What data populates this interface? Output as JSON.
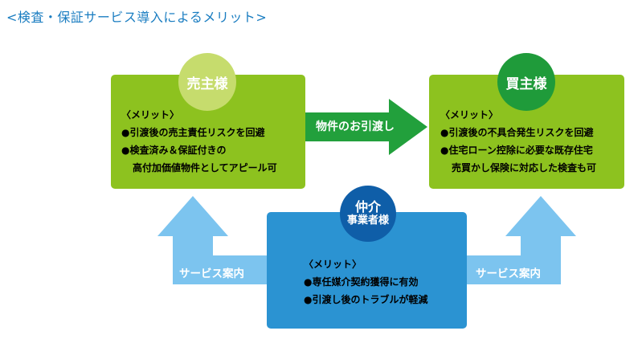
{
  "heading": "<検査・保証サービス導入によるメリット>",
  "seller": {
    "title": "売主様",
    "merit_header": "〈メリット〉",
    "items": [
      "●引渡後の売主責任リスクを回避",
      "●検査済み＆保証付きの",
      "高付加価値物件としてアピール可"
    ]
  },
  "buyer": {
    "title": "買主様",
    "merit_header": "〈メリット〉",
    "items": [
      "●引渡後の不具合発生リスクを回避",
      "●住宅ローン控除に必要な既存住宅",
      "売買かし保険に対応した検査も可"
    ]
  },
  "broker": {
    "title_line1": "仲介",
    "title_line2": "事業者様",
    "merit_header": "〈メリット〉",
    "items": [
      "●専任媒介契約獲得に有効",
      "●引渡し後のトラブルが軽減"
    ]
  },
  "arrows": {
    "transfer_label": "物件のお引渡し",
    "service_left": "サービス案内",
    "service_right": "サービス案内"
  },
  "colors": {
    "heading": "#1a7dc1",
    "green_box": "#8dc21f",
    "light_green_circle": "#c6dc6d",
    "dark_green_circle": "#1f9b3a",
    "blue_box": "#2b93d2",
    "dark_blue_circle": "#0f5ea8",
    "transfer_arrow": "#22a03c",
    "service_arrow": "#7cc4ef"
  }
}
